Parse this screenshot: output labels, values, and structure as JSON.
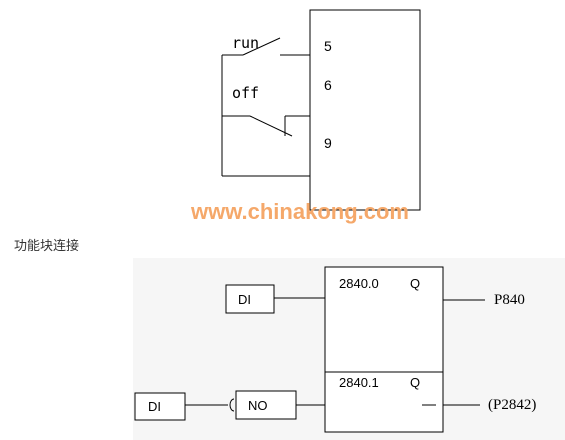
{
  "switch_diagram": {
    "run_label": "run",
    "off_label": "off",
    "terminals": [
      "5",
      "6",
      "9"
    ]
  },
  "watermark": "www.chinakong.com",
  "section_title": "功能块连接",
  "function_block": {
    "input1": "DI",
    "block1_label": "2840.0",
    "block1_output": "Q",
    "output1": "P840",
    "input2": "DI",
    "negation": "NO",
    "block2_label": "2840.1",
    "block2_output": "Q",
    "output2": "(P2842)"
  },
  "colors": {
    "line": "#000000",
    "watermark": "#f5a86a",
    "bg_block": "#f5f5f5"
  }
}
